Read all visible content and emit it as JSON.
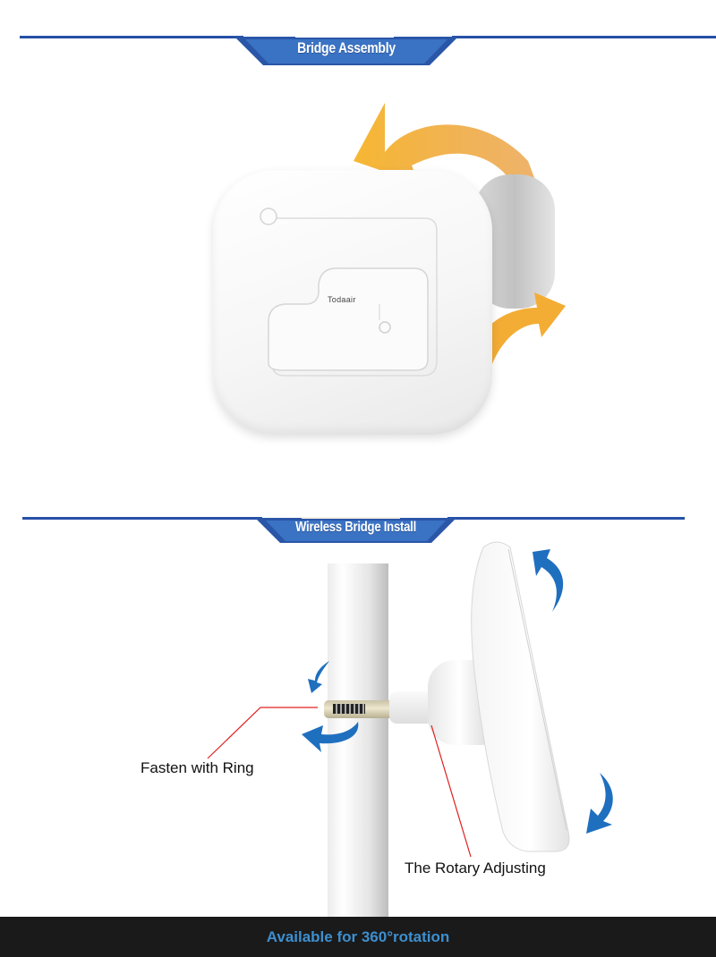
{
  "sections": [
    {
      "title": "Bridge Assembly"
    },
    {
      "title": "Wireless Bridge Install"
    }
  ],
  "figure1": {
    "brand": "Todaair",
    "arrow_color": "#f0a830"
  },
  "figure2": {
    "callouts": [
      {
        "label": "Fasten with Ring"
      },
      {
        "label": "The Rotary Adjusting"
      }
    ],
    "arrow_color": "#1f6fbf",
    "leader_color": "#e02020"
  },
  "footer": {
    "text": "Available for 360°rotation"
  },
  "colors": {
    "banner_blue": "#2750a8",
    "banner_fill": "#3a72c4",
    "footer_bg": "#1a1a1a",
    "footer_text": "#3d8fcf"
  }
}
